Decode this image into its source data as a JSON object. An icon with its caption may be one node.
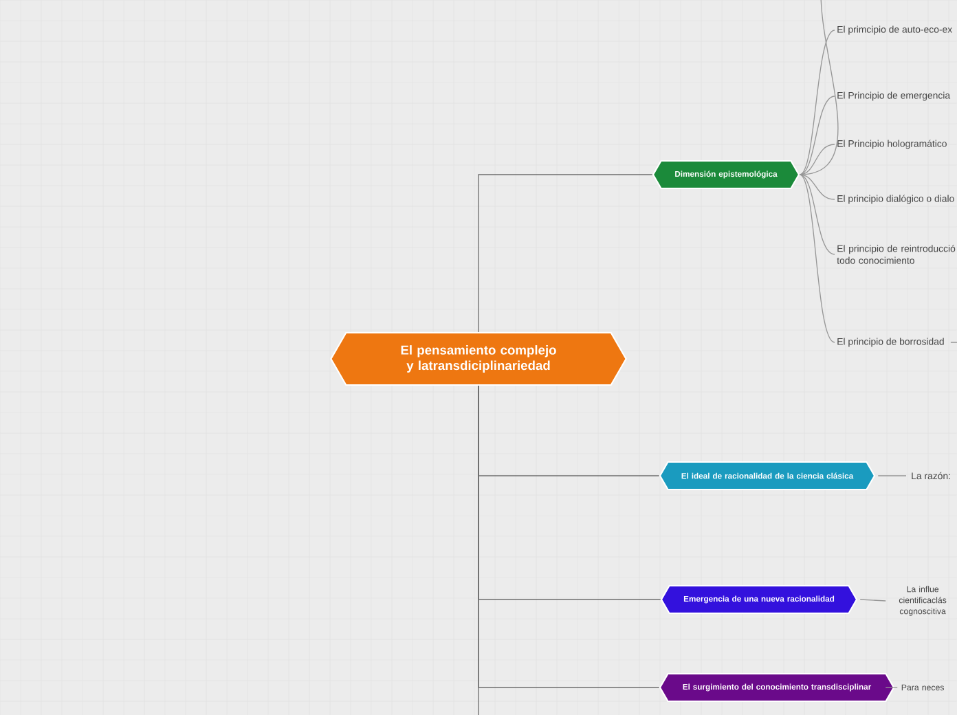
{
  "diagram": {
    "nodes": [
      {
        "text": [
          "El pensamiento complejo y latransdiciplinariedad"
        ]
      },
      {
        "text": [
          "Dimensión epistemológica"
        ]
      },
      {
        "text": [
          "El primcipio de auto-eco-ex"
        ]
      },
      {
        "text": [
          "El Principio de emergencia"
        ]
      },
      {
        "text": [
          "El Principio hologramático"
        ]
      },
      {
        "text": [
          "El principio dialógico o dialo"
        ]
      },
      {
        "text": [
          "El principio de reintroducció todo conocimiento"
        ]
      },
      {
        "text": [
          "El principio de borrosidad"
        ]
      },
      {
        "text": [
          "El ideal de racionalidad de la ciencia clásica"
        ]
      },
      {
        "text": [
          "La razón:"
        ]
      },
      {
        "text": [
          "Emergencia de una nueva racionalidad"
        ]
      },
      {
        "text": [
          "La influe cientificaclás cognoscitiva"
        ]
      },
      {
        "text": [
          "El surgimiento del conocimiento transdisciplinar"
        ]
      },
      {
        "text": [
          "Para neces"
        ]
      }
    ],
    "edges": [
      {
        "from": 0,
        "to": 1,
        "arrow": "none"
      },
      {
        "from": 0,
        "to": 8,
        "arrow": "none"
      },
      {
        "from": 0,
        "to": 10,
        "arrow": "none"
      },
      {
        "from": 0,
        "to": 12,
        "arrow": "none"
      },
      {
        "from": 0,
        "to": null,
        "arrow": "none"
      },
      {
        "from": 1,
        "to": null,
        "arrow": "none"
      },
      {
        "from": 1,
        "to": 2,
        "arrow": "none"
      },
      {
        "from": 1,
        "to": 3,
        "arrow": "none"
      },
      {
        "from": 1,
        "to": 4,
        "arrow": "none"
      },
      {
        "from": 1,
        "to": 5,
        "arrow": "none"
      },
      {
        "from": 1,
        "to": 6,
        "arrow": "none"
      },
      {
        "from": 1,
        "to": 7,
        "arrow": "none"
      },
      {
        "from": 7,
        "to": null,
        "arrow": "none"
      },
      {
        "from": 8,
        "to": 9,
        "arrow": "none"
      },
      {
        "from": 10,
        "to": 11,
        "arrow": "none"
      },
      {
        "from": 12,
        "to": 13,
        "arrow": "none"
      }
    ]
  }
}
